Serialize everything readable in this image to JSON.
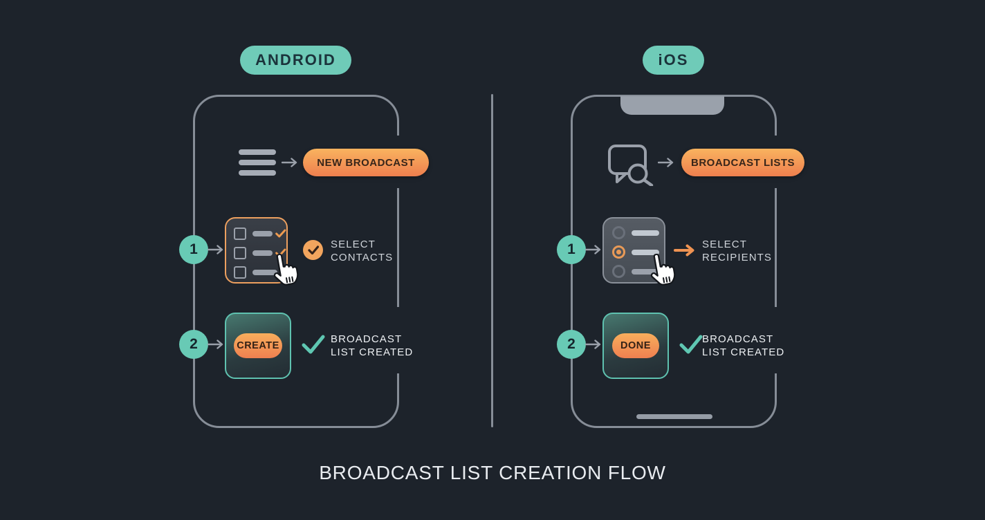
{
  "title": "BROADCAST LIST CREATION FLOW",
  "badges": {
    "android": "ANDROID",
    "ios": "iOS"
  },
  "android": {
    "entry_button": "NEW BROADCAST",
    "entry_icon": "hamburger-menu",
    "steps": [
      {
        "number": "1",
        "label_line1": "SELECT",
        "label_line2": "CONTACTS"
      },
      {
        "number": "2",
        "button": "CREATE",
        "label_line1": "BROADCAST",
        "label_line2": "LIST CREATED"
      }
    ]
  },
  "ios": {
    "entry_button": "BROADCAST LISTS",
    "entry_icon": "chat-search",
    "steps": [
      {
        "number": "1",
        "label_line1": "SELECT",
        "label_line2": "RECIPIENTS"
      },
      {
        "number": "2",
        "button": "DONE",
        "label_line1": "BROADCAST",
        "label_line2": "LIST CREATED"
      }
    ]
  },
  "colors": {
    "background": "#1d232b",
    "phone_frame": "#868d97",
    "teal_accent": "#68cab5",
    "orange_light": "#f9b35f",
    "orange_dark": "#ee7f4e",
    "label_text": "#cfd4da",
    "done_text": "#edf0f3",
    "button_text_dark": "#38251a"
  }
}
